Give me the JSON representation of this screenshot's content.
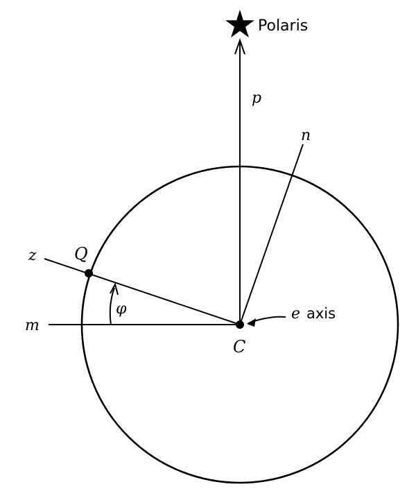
{
  "labels": {
    "polaris": "Polaris",
    "p": "p",
    "n": "n",
    "z": "z",
    "Q": "Q",
    "phi": "φ",
    "m": "m",
    "C": "C",
    "e_symbol": "e",
    "axis_word": "axis"
  }
}
